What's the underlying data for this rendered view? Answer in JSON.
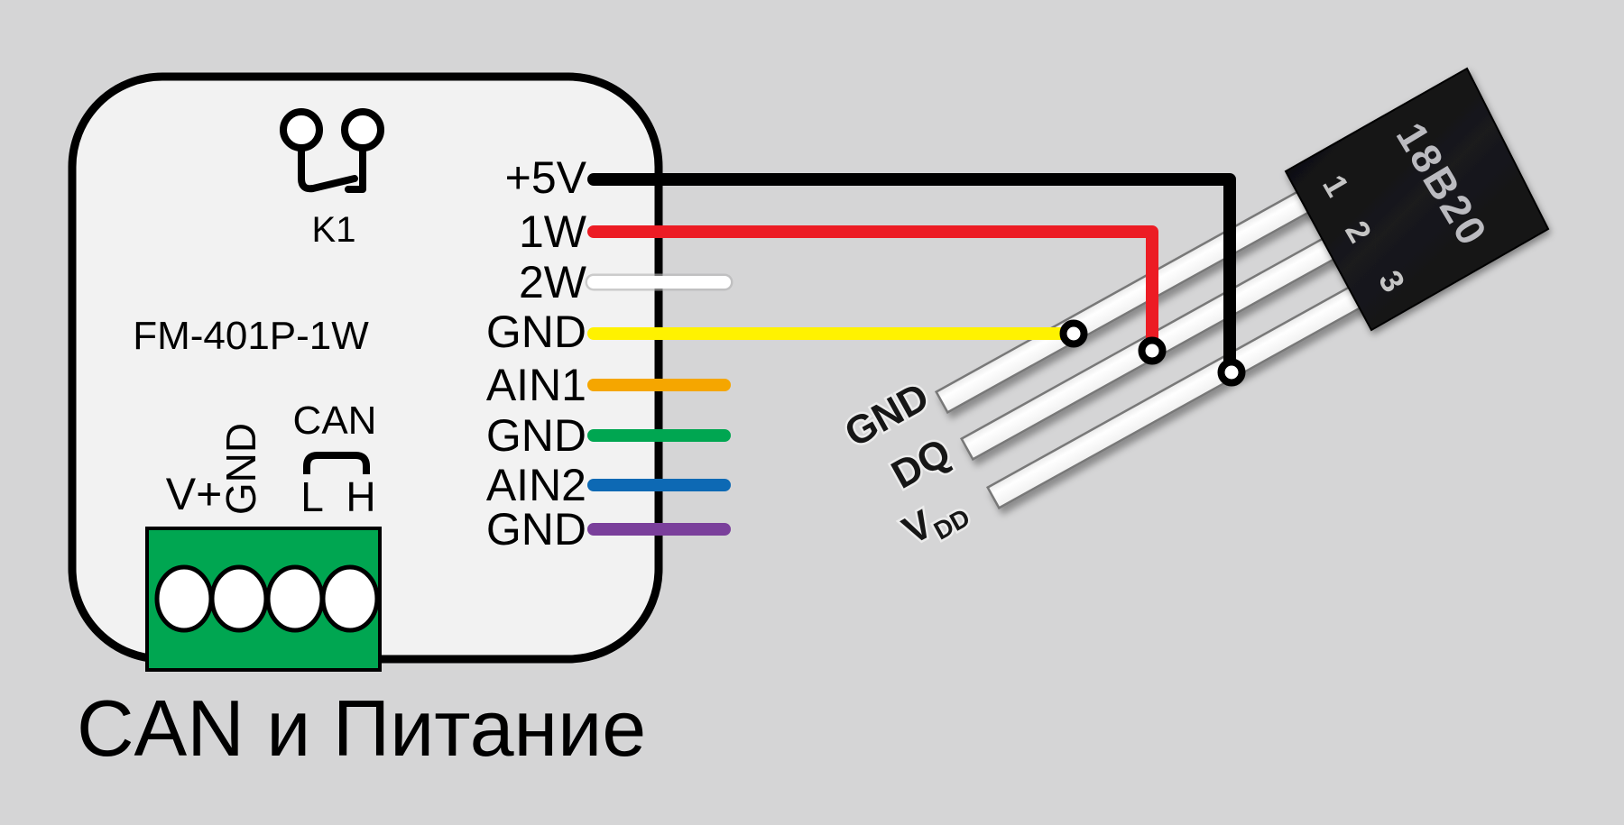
{
  "background_color": "#d5d5d6",
  "module": {
    "fill": "#f2f2f2",
    "name_label": "FM-401P-1W",
    "relay_label": "K1",
    "pins": [
      {
        "label": "+5V",
        "color": "#000000"
      },
      {
        "label": "1W",
        "color": "#ec1c24"
      },
      {
        "label": "2W",
        "color": "#ffffff"
      },
      {
        "label": "GND",
        "color": "#fff200"
      },
      {
        "label": "AIN1",
        "color": "#f5a600"
      },
      {
        "label": "GND",
        "color": "#00a651"
      },
      {
        "label": "AIN2",
        "color": "#0d69b4"
      },
      {
        "label": "GND",
        "color": "#7a3f9b"
      }
    ],
    "terminal_block": {
      "fill": "#00a651",
      "vplus_label": "V+",
      "vplus_color": "#ed1c24",
      "gnd_label": "GND",
      "can_label": "CAN",
      "can_low_label": "L",
      "can_high_label": "H"
    }
  },
  "caption": "CAN и Питание",
  "sensor": {
    "part_label": "18B20",
    "pin_numbers": [
      "1",
      "2",
      "3"
    ],
    "lead_labels": {
      "gnd": "GND",
      "dq": "DQ",
      "vdd_base": "V",
      "vdd_sub": "DD"
    }
  }
}
